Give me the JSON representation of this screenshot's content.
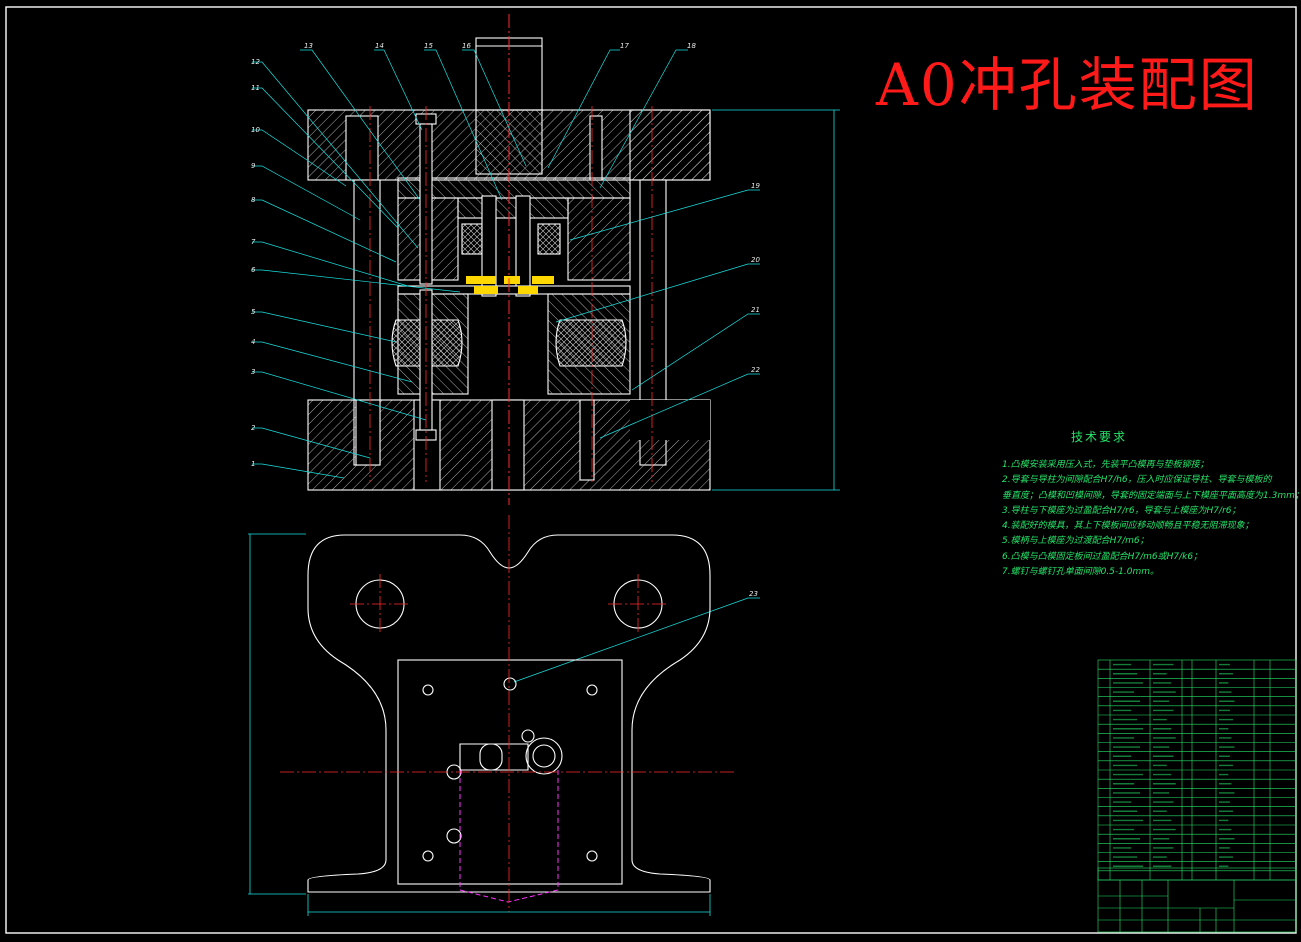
{
  "drawing": {
    "title": "A0冲孔装配图",
    "part_labels_left": [
      "12",
      "11",
      "10",
      "9",
      "8",
      "7",
      "6",
      "5",
      "4",
      "3",
      "2",
      "1"
    ],
    "part_labels_top": [
      "13",
      "14",
      "15",
      "16",
      "17",
      "18"
    ],
    "part_labels_right": [
      "19",
      "20",
      "21",
      "22"
    ],
    "plan_label": "23"
  },
  "requirements": {
    "heading": "技术要求",
    "items": [
      "1.凸模安装采用压入式，先装平凸模再与垫板铆接；",
      "2.导套与导柱为间隙配合H7/h6，压入时应保证导柱、导套与模板的",
      "垂直度；凸模和凹模间隙，导套的固定端面与上下模座平面高度为1.3mm；",
      "3.导柱与下模座为过盈配合H7/r6，导套与上模座为H7/r6；",
      "4.装配好的模具，其上下模板间应移动顺畅且平稳无阻滞现象；",
      "5.模柄与上模座为过渡配合H7/m6；",
      "6.凸模与凸模固定板间过盈配合H7/m6或H7/k6；",
      "7.螺钉与螺钉孔单面间隙0.5-1.0mm。"
    ]
  },
  "colors": {
    "background": "#000000",
    "outline": "#ffffff",
    "centerline": "#ff2a2a",
    "dimension": "#18e0e0",
    "leader": "#18e0e0",
    "table": "#27e36a",
    "hidden": "#ff33ff",
    "highlight": "#ffd800",
    "title": "#ff1a1a"
  }
}
